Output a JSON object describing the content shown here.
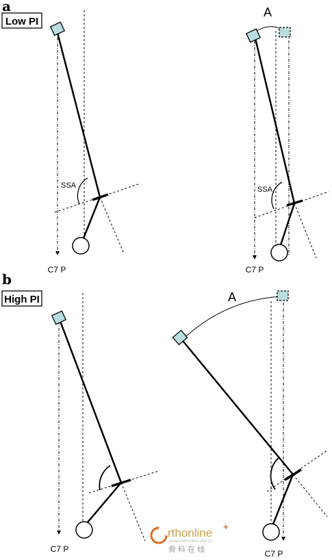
{
  "panel_a": {
    "letter": "a",
    "label": "Low PI",
    "left": {
      "ssa_label": "SSA",
      "c7_label": "C7 P"
    },
    "right": {
      "arc_label": "A",
      "ssa_label": "SSA",
      "c7_label": "C7 P"
    }
  },
  "panel_b": {
    "letter": "b",
    "label": "High PI",
    "left": {
      "c7_label": "C7 P"
    },
    "right": {
      "arc_label": "A",
      "c7_label": "C7 P"
    }
  },
  "watermark": {
    "brand": "rthonline",
    "plus": "+",
    "url": "www.orthonline.com.cn",
    "chinese": "骨科在线"
  },
  "colors": {
    "head_fill": "#b9dde0",
    "line": "#000000",
    "watermark_accent": "#e06a1b"
  }
}
